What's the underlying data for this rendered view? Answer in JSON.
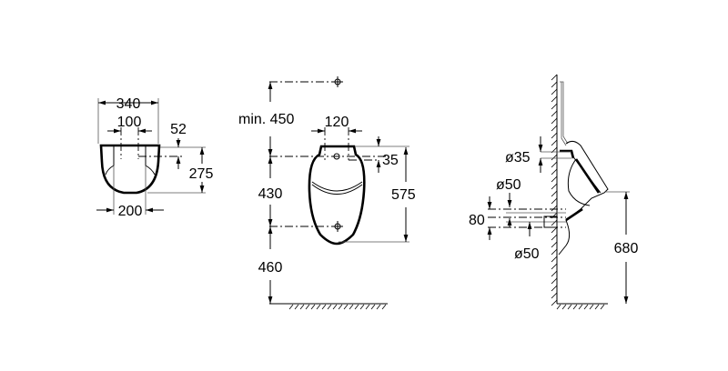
{
  "left_view": {
    "width_overall": "340",
    "hole_spacing": "100",
    "hole_offset": "52",
    "height": "275",
    "bottom_width": "200"
  },
  "front_view": {
    "min_clearance": "min. 450",
    "hole_spacing": "120",
    "hole_offset": "35",
    "height": "575",
    "centre_distance": "430",
    "floor_height": "460"
  },
  "side_view": {
    "inlet_diameter": "ø35",
    "outlet_diameter_top": "ø50",
    "outlet_spacing": "80",
    "outlet_diameter_bottom": "ø50",
    "rim_height": "680"
  }
}
